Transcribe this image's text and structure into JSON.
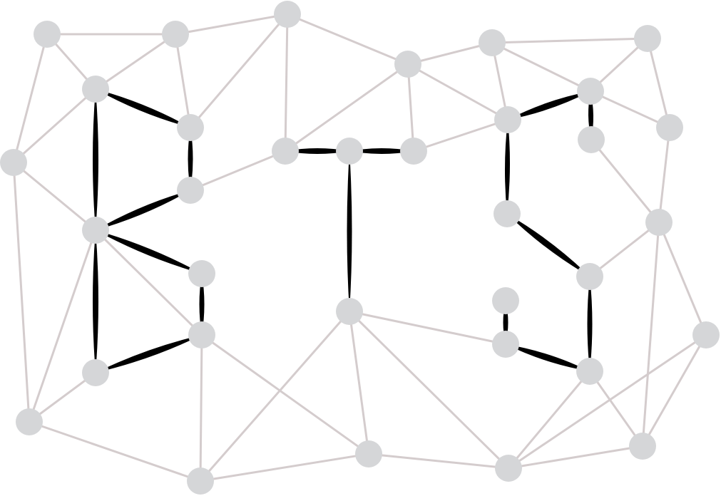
{
  "diagram": {
    "colors": {
      "background": "#ffffff",
      "node_fill": "#d5d6d8",
      "light_edge": "#d4cccd",
      "heavy_edge": "#000000"
    },
    "nodes": [
      {
        "id": "n1"
      },
      {
        "id": "n2"
      },
      {
        "id": "n3"
      },
      {
        "id": "n4"
      },
      {
        "id": "n5"
      },
      {
        "id": "n6"
      },
      {
        "id": "n7"
      },
      {
        "id": "n8"
      },
      {
        "id": "n9"
      },
      {
        "id": "n10"
      },
      {
        "id": "n11"
      },
      {
        "id": "n12"
      },
      {
        "id": "n13"
      },
      {
        "id": "n14"
      },
      {
        "id": "n15"
      },
      {
        "id": "n16"
      },
      {
        "id": "n17"
      },
      {
        "id": "n18"
      },
      {
        "id": "n19"
      },
      {
        "id": "n20"
      },
      {
        "id": "n21"
      },
      {
        "id": "n22"
      },
      {
        "id": "n23"
      },
      {
        "id": "n24"
      },
      {
        "id": "n25"
      },
      {
        "id": "n26"
      },
      {
        "id": "n27"
      },
      {
        "id": "n28"
      },
      {
        "id": "n29"
      },
      {
        "id": "n30"
      },
      {
        "id": "n31"
      },
      {
        "id": "n32"
      },
      {
        "id": "n33"
      },
      {
        "id": "n34"
      },
      {
        "id": "n35"
      },
      {
        "id": "n36"
      },
      {
        "id": "n37"
      },
      {
        "id": "n38"
      },
      {
        "id": "n39"
      },
      {
        "id": "n40"
      }
    ],
    "light_edges": [
      [
        "n1",
        "n2"
      ],
      [
        "n1",
        "n3"
      ],
      [
        "n1",
        "n4"
      ],
      [
        "n2",
        "n3"
      ],
      [
        "n2",
        "n5"
      ],
      [
        "n2",
        "n6"
      ],
      [
        "n3",
        "n4"
      ],
      [
        "n4",
        "n8"
      ],
      [
        "n4",
        "n40"
      ],
      [
        "n5",
        "n6"
      ],
      [
        "n5",
        "n7"
      ],
      [
        "n5",
        "n12"
      ],
      [
        "n6",
        "n7"
      ],
      [
        "n6",
        "n10"
      ],
      [
        "n7",
        "n10"
      ],
      [
        "n10",
        "n14"
      ],
      [
        "n10",
        "n12"
      ],
      [
        "n12",
        "n14"
      ],
      [
        "n12",
        "n13"
      ],
      [
        "n12",
        "n15"
      ],
      [
        "n15",
        "n16"
      ],
      [
        "n15",
        "n17"
      ],
      [
        "n16",
        "n17"
      ],
      [
        "n13",
        "n16"
      ],
      [
        "n17",
        "n19"
      ],
      [
        "n17",
        "n18"
      ],
      [
        "n19",
        "n20"
      ],
      [
        "n19",
        "n21"
      ],
      [
        "n21",
        "n20"
      ],
      [
        "n20",
        "n22"
      ],
      [
        "n21",
        "n22"
      ],
      [
        "n22",
        "n23"
      ],
      [
        "n22",
        "n24"
      ],
      [
        "n24",
        "n35"
      ],
      [
        "n35",
        "n33"
      ],
      [
        "n35",
        "n36"
      ],
      [
        "n35",
        "n37"
      ],
      [
        "n36",
        "n37"
      ],
      [
        "n36",
        "n38"
      ],
      [
        "n24",
        "n38"
      ],
      [
        "n24",
        "n37"
      ],
      [
        "n8",
        "n40"
      ],
      [
        "n8",
        "n39"
      ],
      [
        "n40",
        "n39"
      ],
      [
        "n40",
        "n29"
      ],
      [
        "n29",
        "n30"
      ],
      [
        "n29",
        "n39"
      ],
      [
        "n30",
        "n39"
      ],
      [
        "n30",
        "n33"
      ],
      [
        "n30",
        "n31"
      ],
      [
        "n31",
        "n32"
      ],
      [
        "n31",
        "n33"
      ],
      [
        "n32",
        "n33"
      ],
      [
        "n33",
        "n34"
      ],
      [
        "n34",
        "n38"
      ],
      [
        "n38",
        "n37"
      ],
      [
        "n37",
        "n23"
      ],
      [
        "n38",
        "n23"
      ]
    ],
    "heavy_edges": [
      [
        "n3",
        "n8"
      ],
      [
        "n3",
        "n5"
      ],
      [
        "n5",
        "n9"
      ],
      [
        "n9",
        "n8"
      ],
      [
        "n8",
        "n28"
      ],
      [
        "n28",
        "n29"
      ],
      [
        "n8",
        "n39"
      ],
      [
        "n14",
        "n11"
      ],
      [
        "n11",
        "n13"
      ],
      [
        "n11",
        "n26"
      ],
      [
        "n17",
        "n16"
      ],
      [
        "n16",
        "n27"
      ],
      [
        "n16",
        "n18"
      ],
      [
        "n18",
        "n25"
      ],
      [
        "n25",
        "n22"
      ],
      [
        "n22",
        "n24"
      ],
      [
        "n24",
        "n23"
      ],
      [
        "n23",
        "n34"
      ],
      [
        "n34",
        "n20"
      ],
      [
        "n20",
        "n21"
      ]
    ]
  }
}
